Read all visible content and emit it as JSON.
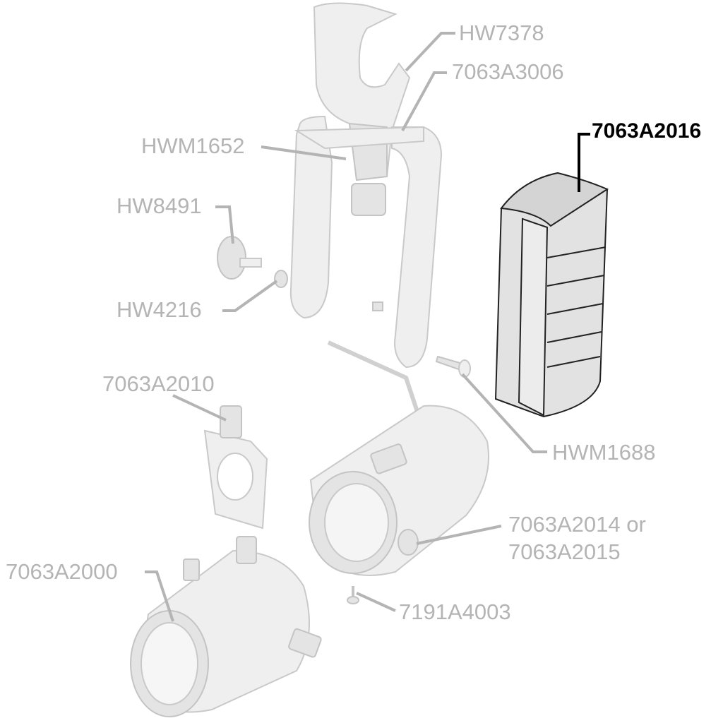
{
  "diagram": {
    "highlighted_part": "7063A2016",
    "colors": {
      "label": "#b4b4b4",
      "highlight": "#000000"
    },
    "labels": {
      "hw7378": "HW7378",
      "a3006": "7063A3006",
      "hwm1652": "HWM1652",
      "hw8491": "HW8491",
      "hw4216": "HW4216",
      "a2016": "7063A2016",
      "a2010": "7063A2010",
      "hwm1688": "HWM1688",
      "a2014": "7063A2014 or",
      "a2015": "7063A2015",
      "a2000": "7063A2000",
      "a4003": "7191A4003"
    }
  }
}
